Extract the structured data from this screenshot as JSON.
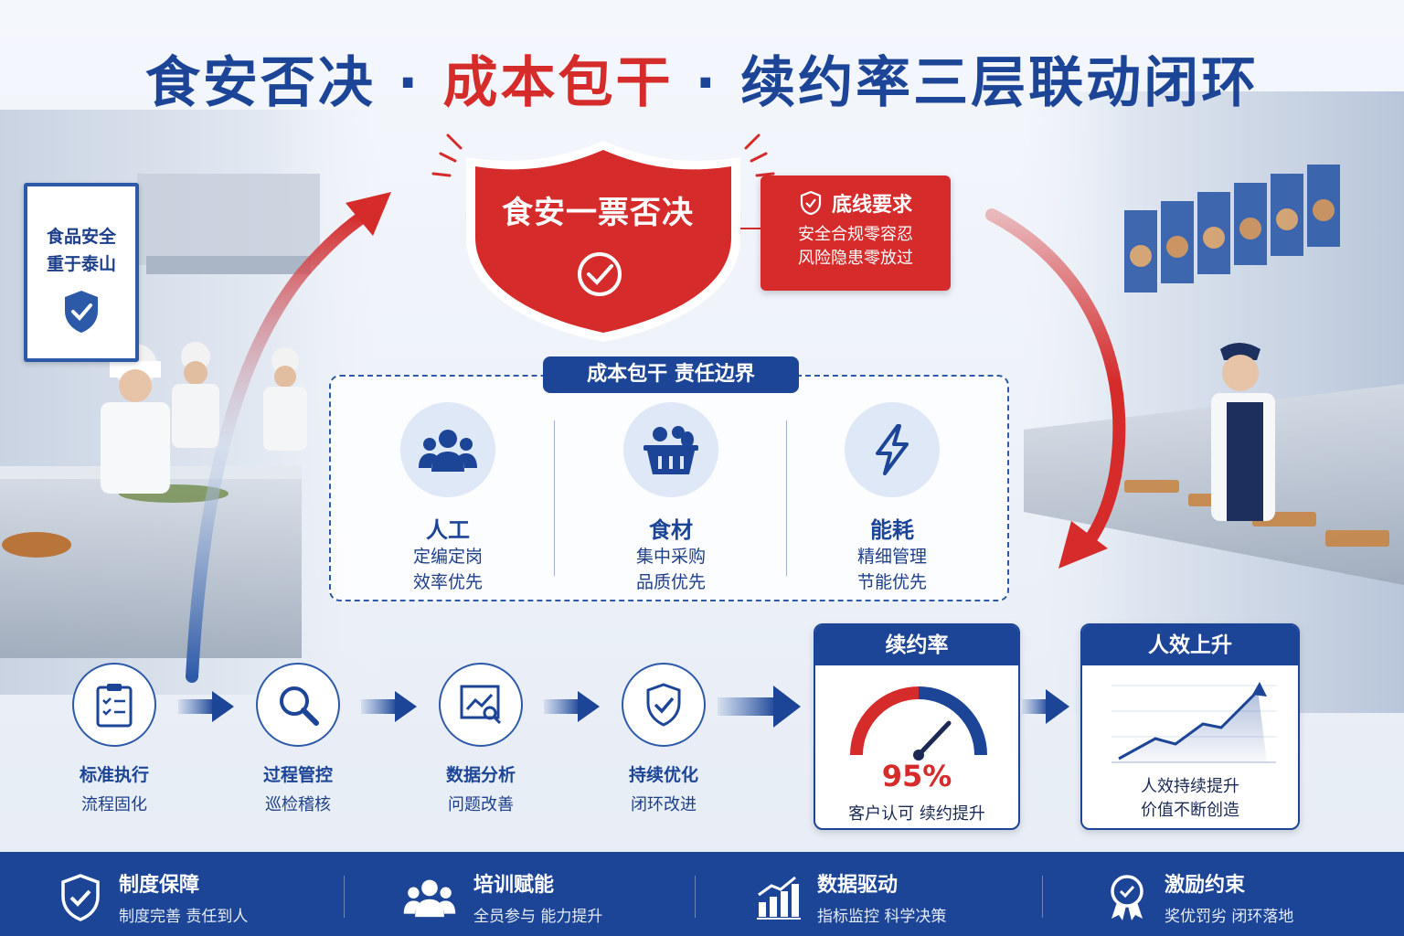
{
  "title": {
    "part1": "食安否决",
    "sep1": " · ",
    "part2": "成本包干",
    "sep2": " · ",
    "part3": "续约率三层联动闭环"
  },
  "wall_sign": {
    "line1": "食品安全",
    "line2": "重于泰山"
  },
  "shield": {
    "label": "食安一票否决"
  },
  "bottom_line": {
    "title": "底线要求",
    "line1": "安全合规零容忍",
    "line2": "风险隐患零放过"
  },
  "cost": {
    "label": "成本包干  责任边界",
    "items": [
      {
        "name": "人工",
        "line1": "定编定岗",
        "line2": "效率优先",
        "icon": "people-icon"
      },
      {
        "name": "食材",
        "line1": "集中采购",
        "line2": "品质优先",
        "icon": "ingredients-basket-icon"
      },
      {
        "name": "能耗",
        "line1": "精细管理",
        "line2": "节能优先",
        "icon": "lightning-icon"
      }
    ]
  },
  "steps": [
    {
      "name": "标准执行",
      "desc": "流程固化",
      "icon": "clipboard-checklist-icon"
    },
    {
      "name": "过程管控",
      "desc": "巡检稽核",
      "icon": "magnifier-icon"
    },
    {
      "name": "数据分析",
      "desc": "问题改善",
      "icon": "chart-analysis-icon"
    },
    {
      "name": "持续优化",
      "desc": "闭环改进",
      "icon": "shield-check-icon"
    }
  ],
  "renewal": {
    "title": "续约率",
    "percent": "95%",
    "caption": "客户认可  续约提升",
    "value": 0.95
  },
  "efficiency": {
    "title": "人效上升",
    "line1": "人效持续提升",
    "line2": "价值不断创造"
  },
  "bottom_bar": [
    {
      "name": "制度保障",
      "desc": "制度完善  责任到人",
      "icon": "shield-check-icon"
    },
    {
      "name": "培训赋能",
      "desc": "全员参与  能力提升",
      "icon": "people-icon"
    },
    {
      "name": "数据驱动",
      "desc": "指标监控  科学决策",
      "icon": "bar-chart-icon"
    },
    {
      "name": "激励约束",
      "desc": "奖优罚劣  闭环落地",
      "icon": "award-medal-icon"
    }
  ],
  "colors": {
    "brand_blue": "#1d4597",
    "alert_red": "#d62b2b",
    "light_blue": "#dfe8f6"
  }
}
